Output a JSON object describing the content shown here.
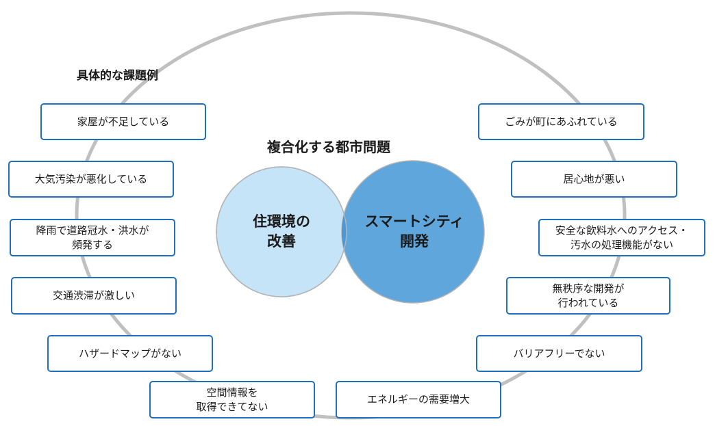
{
  "examples_label": "具体的な課題例",
  "center_title": "複合化する都市問題",
  "circles": [
    {
      "line1": "住環境の",
      "line2": "改善",
      "color": "#c6e4f8"
    },
    {
      "line1": "スマートシティ",
      "line2": "開発",
      "color": "#5fa6dc"
    }
  ],
  "circle_overlap_color": "#4f97d4",
  "ring_color": "#c0c0c0",
  "box_border_color": "#1f6fbd",
  "left_issues": [
    "家屋が不足している",
    "大気汚染が悪化している",
    "降雨で道路冠水・洪水が\n頻発する",
    "交通渋滞が激しい",
    "ハザードマップがない",
    "空間情報を\n取得できてない"
  ],
  "right_issues": [
    "ごみが町にあふれている",
    "居心地が悪い",
    "安全な飲料水へのアクセス・\n汚水の処理機能がない",
    "無秩序な開発が\n行われている",
    "バリアフリーでない",
    "エネルギーの需要増大"
  ]
}
